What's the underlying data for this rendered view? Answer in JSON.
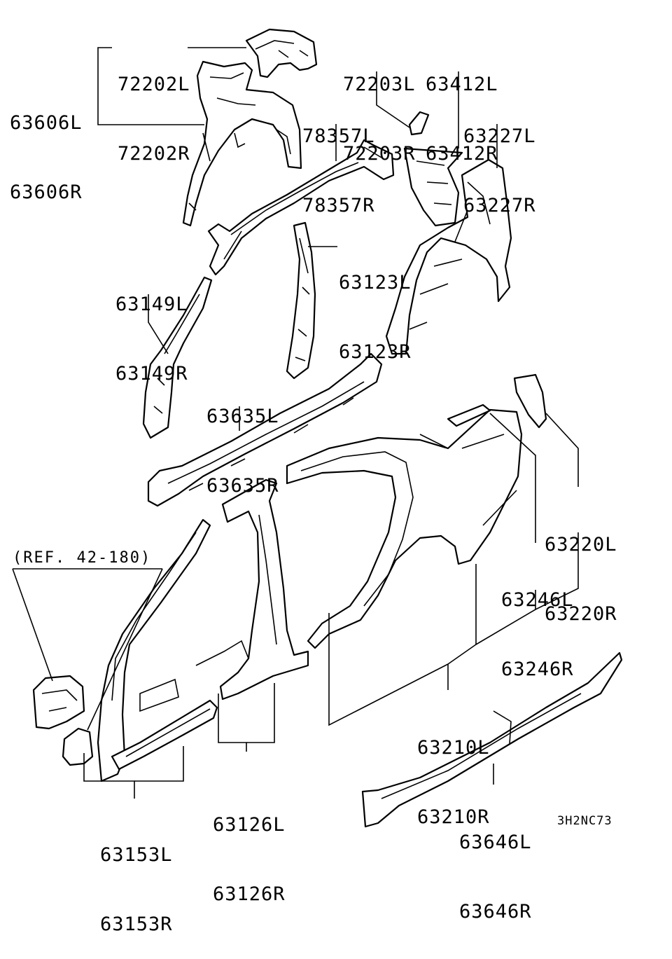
{
  "labels": {
    "p72202": {
      "l": "72202L",
      "r": "72202R"
    },
    "p63606": {
      "l": "63606L",
      "r": "63606R"
    },
    "p72203": {
      "l": "72203L",
      "r": "72203R"
    },
    "p63412": {
      "l": "63412L",
      "r": "63412R"
    },
    "p78357": {
      "l": "78357L",
      "r": "78357R"
    },
    "p63227": {
      "l": "63227L",
      "r": "63227R"
    },
    "p63123": {
      "l": "63123L",
      "r": "63123R"
    },
    "p63149": {
      "l": "63149L",
      "r": "63149R"
    },
    "p63635": {
      "l": "63635L",
      "r": "63635R"
    },
    "p63220": {
      "l": "63220L",
      "r": "63220R"
    },
    "p63246": {
      "l": "63246L",
      "r": "63246R"
    },
    "p63210": {
      "l": "63210L",
      "r": "63210R"
    },
    "p63126": {
      "l": "63126L",
      "r": "63126R"
    },
    "p63153": {
      "l": "63153L",
      "r": "63153R"
    },
    "p63646": {
      "l": "63646L",
      "r": "63646R"
    }
  },
  "reference": "(REF. 42-180)",
  "diagram_code": "3H2NC73"
}
